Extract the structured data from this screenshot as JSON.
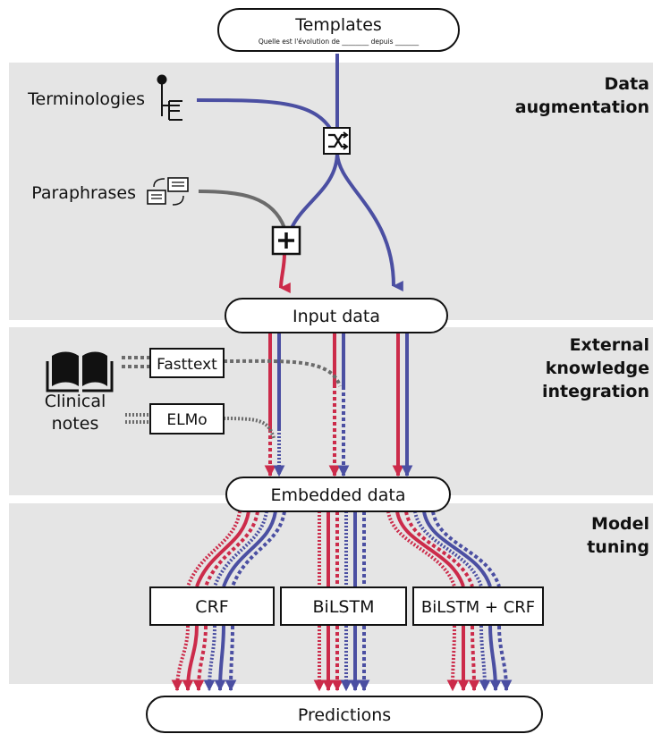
{
  "nodes": {
    "templates": "Templates",
    "template_example": "Quelle est l'évolution de ________ depuis _______",
    "terminologies": "Terminologies",
    "paraphrases": "Paraphrases",
    "input_data": "Input data",
    "fasttext": "Fasttext",
    "elmo": "ELMo",
    "clinical_notes_line1": "Clinical",
    "clinical_notes_line2": "notes",
    "embedded_data": "Embedded data",
    "crf": "CRF",
    "bilstm": "BiLSTM",
    "bilstm_crf": "BiLSTM + CRF",
    "predictions": "Predictions"
  },
  "sections": {
    "data_augmentation_line1": "Data",
    "data_augmentation_line2": "augmentation",
    "external_knowledge_line1": "External",
    "external_knowledge_line2": "knowledge",
    "external_knowledge_line3": "integration",
    "model_tuning_line1": "Model",
    "model_tuning_line2": "tuning"
  },
  "icons": {
    "shuffle": "shuffle-icon",
    "plus": "plus-icon",
    "tree": "tree-icon",
    "paraphrase": "paraphrase-icon",
    "book": "book-icon"
  },
  "colors": {
    "red": "#cc2b4a",
    "blue": "#4b4fa2",
    "gray": "#6b6b6b",
    "band": "#e5e5e5"
  }
}
